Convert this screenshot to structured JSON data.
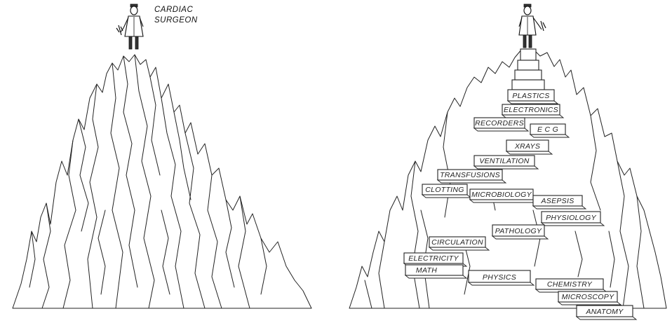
{
  "left_panel": {
    "caption_line1": "CARDIAC",
    "caption_line2": "SURGEON"
  },
  "right_panel": {
    "steps": [
      "PLASTICS",
      "ELECTRONICS",
      "RECORDERS",
      "E C G",
      "XRAYS",
      "VENTILATION",
      "TRANSFUSIONS",
      "CLOTTING",
      "MICROBIOLOGY",
      "ASEPSIS",
      "PHYSIOLOGY",
      "PATHOLOGY",
      "CIRCULATION",
      "ELECTRICITY",
      "MATH",
      "PHYSICS",
      "CHEMISTRY",
      "MICROSCOPY",
      "ANATOMY"
    ]
  }
}
